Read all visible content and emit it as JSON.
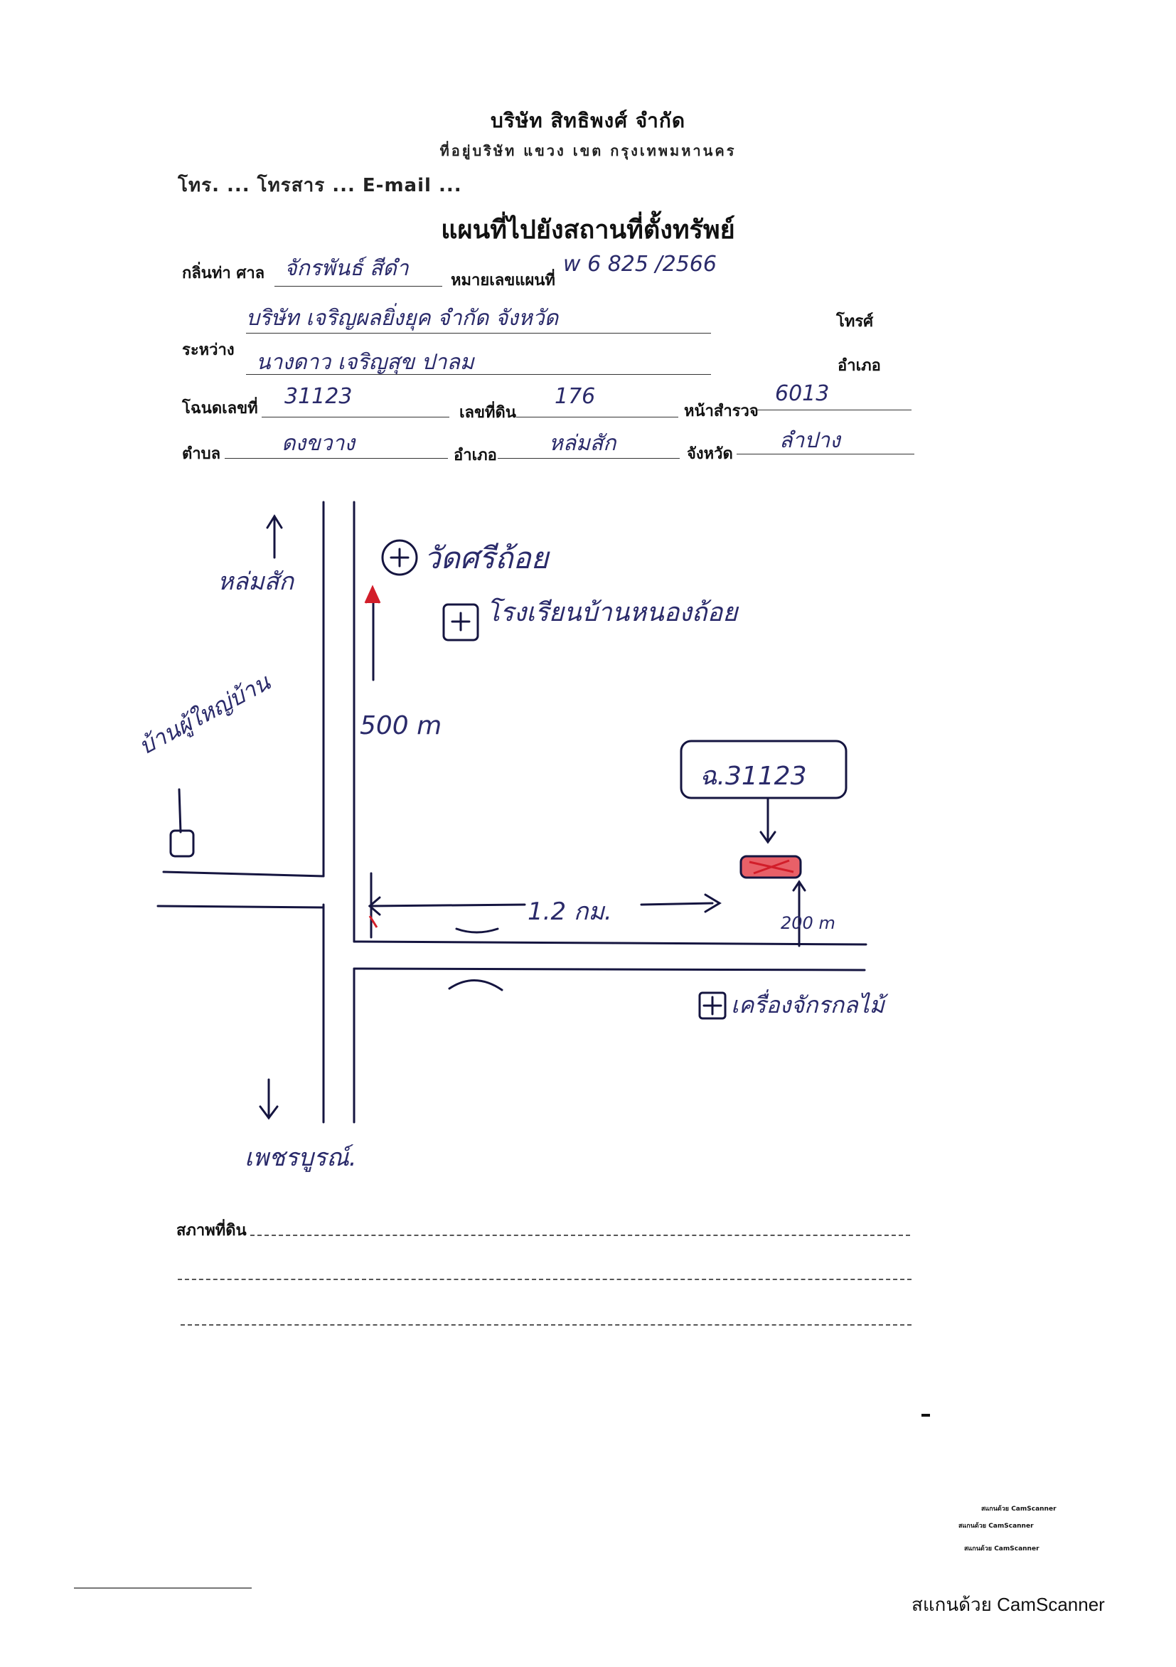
{
  "header": {
    "company": "บริษัท สิทธิพงศ์ จำกัด",
    "address": "ที่อยู่บริษัท แขวง เขต กรุงเทพมหานคร",
    "contact": "โทร. ... โทรสาร ... E-mail ...",
    "title": "แผนที่ไปยังสถานที่ตั้งทรัพย์"
  },
  "form": {
    "owner_label": "กลิ่นท่า ศาล",
    "owner_value": "จักรพันธ์ สีดำ",
    "ref_label": "หมายเลขแผนที่",
    "ref_value": "w 6 825 /2566",
    "address_label": "ระหว่าง",
    "address_line1": "บริษัท เจริญผลยิ่งยุค จำกัด จังหวัด",
    "address_line2": "นางดาว เจริญสุข ปาลม",
    "phone_label": "โทรศ์",
    "amphoe_label": "อำเภอ",
    "deed_label": "โฉนดเลขที่",
    "deed_value": "31123",
    "land_no_label": "เลขที่ดิน",
    "land_no_value": "176",
    "survey_label": "หน้าสำรวจ",
    "survey_value": "6013",
    "tambon_label": "ตำบล",
    "tambon_value": "ดงขวาง",
    "district_label": "อำเภอ",
    "district_value": "หล่มสัก",
    "province_label": "จังหวัด",
    "province_value": "ลำปาง"
  },
  "sketch": {
    "north_label": "หล่มสัก",
    "south_label": "เพชรบูรณ์.",
    "village_label": "บ้านผู้ใหญ่บ้าน",
    "temple_label": "วัดศรีถ้อย",
    "school_label": "โรงเรียนบ้านหนองถ้อย",
    "dist_vertical": "500 m",
    "dist_horizontal": "1.2 กม.",
    "dist_short": "200 m",
    "deed_box": "ฉ.31123",
    "landmark_label": "เครื่องจักรกลไม้"
  },
  "footer": {
    "land_condition_label": "สภาพที่ดิน",
    "tiny_line1": "สแกนด้วย CamScanner",
    "tiny_line2": "สแกนด้วย CamScanner",
    "tiny_line3": "สแกนด้วย CamScanner",
    "watermark": "สแกนด้วย CamScanner"
  },
  "colors": {
    "ink": "#151540",
    "red_mark": "#d21e2a"
  }
}
